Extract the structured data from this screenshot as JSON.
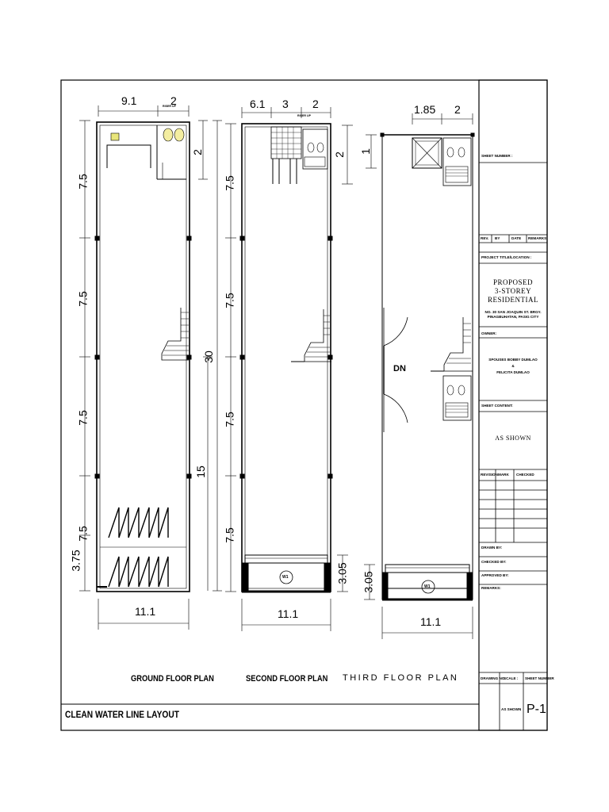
{
  "sheet_title": "CLEAN WATER LINE LAYOUT",
  "plans": {
    "ground": {
      "title": "GROUND FLOOR PLAN",
      "top_dims": [
        "9.1",
        "2"
      ],
      "riser": "RISER UP",
      "left_dims": [
        "7.5",
        "7.5",
        "7.5",
        "7.5",
        "3.75"
      ],
      "right_dims": [
        "2",
        "30",
        "15"
      ],
      "bottom_dim": "11.1"
    },
    "second": {
      "title": "SECOND FLOOR PLAN",
      "top_dims": [
        "6.1",
        "3",
        "2"
      ],
      "riser": "RISER UP",
      "left_dims": [
        "7.5",
        "7.5",
        "7.5",
        "7.5"
      ],
      "right_dims": [
        "2",
        "3.05"
      ],
      "bottom_dim": "11.1",
      "window_tag": "W1"
    },
    "third": {
      "title": "THIRD FLOOR PLAN",
      "top_dims": [
        "1.85",
        "2"
      ],
      "left_dims": [
        "1",
        "3.05"
      ],
      "bottom_dim": "11.1",
      "stair_label": "DN",
      "window_tag": "W1"
    }
  },
  "title_block": {
    "sheet_number_label": "SHEET NUMBER :",
    "rev_headers": [
      "REV.",
      "BY",
      "DATE",
      "REMARKS"
    ],
    "project_label": "PROJECT TITLE/LOCATION :",
    "project_title": [
      "PROPOSED",
      "3-STOREY",
      "RESIDENTIAL"
    ],
    "project_location": [
      "NO. 30 SAN JOAQUIN ST. BRGY.",
      "PINAGBUHATAN, PASIG CITY"
    ],
    "owner_label": "OWNER:",
    "owner": [
      "SPOUSES BOBBY DUMLAO",
      "&",
      "FELICITA DUMLAO"
    ],
    "sheet_content_label": "SHEET CONTENT:",
    "sheet_content": "AS SHOWN",
    "revision_headers": [
      "REVISION",
      "MARK",
      "CHECKED"
    ],
    "drawn_label": "DRAWN BY:",
    "checked_label": "CHECKED BY:",
    "approved_label": "APPROVED BY:",
    "remarks_label": "REMARKS:",
    "bottom_headers": [
      "DRAWING NO.",
      "SCALE :",
      "SHEET NUMBER"
    ],
    "scale": "AS SHOWN",
    "sheet_no": "P-1"
  }
}
